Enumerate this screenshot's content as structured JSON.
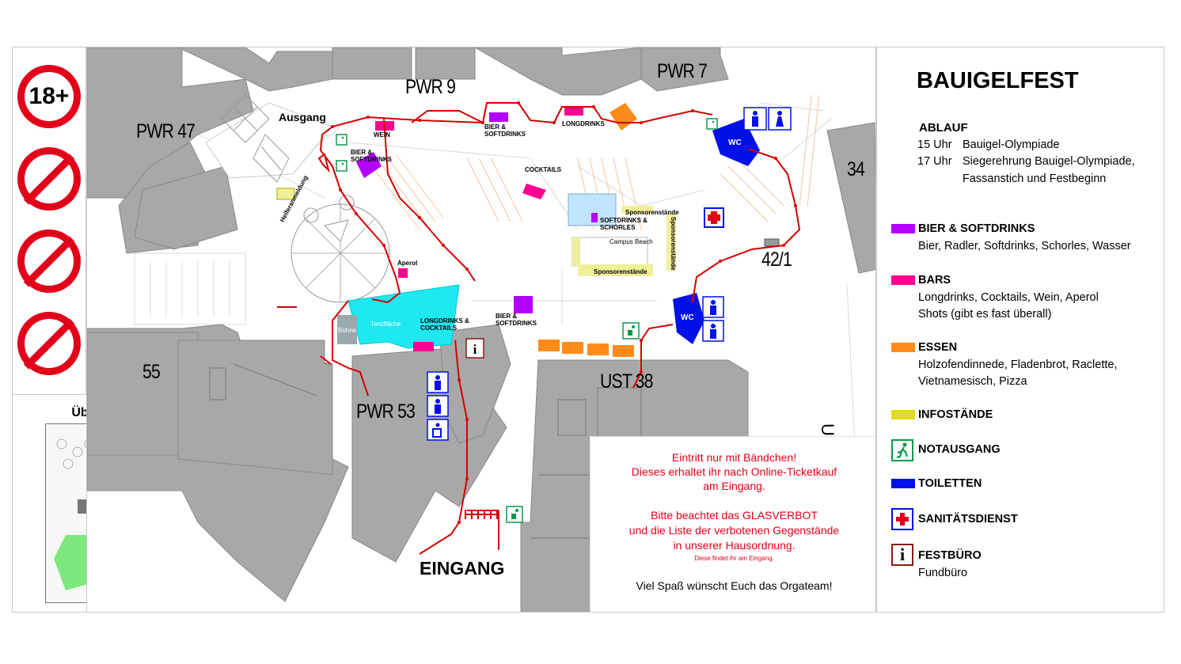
{
  "sign_18": "18+",
  "overview": {
    "title": "Übersicht der Sammelplätze"
  },
  "map": {
    "buildings": {
      "pwr47": "PWR 47",
      "pwr9": "PWR 9",
      "pwr7": "PWR 7",
      "b34": "34",
      "b42_1": "42/1",
      "b55": "55",
      "pwr53": "PWR 53",
      "ust38": "UST 38"
    },
    "labels": {
      "ausgang": "Ausgang",
      "eingang": "EINGANG",
      "wein": "WEIN",
      "bier_softdrinks": "BIER &\nSOFTDRINKS",
      "longdrinks": "LONGDRINKS",
      "cocktails": "COCKTAILS",
      "softdrinks_schorles": "SOFTDRINKS &\nSCHORLES",
      "sponsorenstaende": "Sponsorenstände",
      "campus_beach": "Campus Beach",
      "helferanmeldung": "Helferanmeldung",
      "aperol": "Aperol",
      "longdrinks_cocktails": "LONGDRINKS &\nCOCKTAILS",
      "buehne": "Bühne",
      "tanzflaeche": "Tanzfläche",
      "wc": "WC",
      "street": "Ur"
    },
    "notice": {
      "line1": "Eintritt nur mit Bändchen!",
      "line2": "Dieses erhaltet ihr nach Online-Ticketkauf",
      "line3": "am Eingang.",
      "line4": "Bitte beachtet das GLASVERBOT",
      "line5": "und die Liste der verbotenen Gegenstände",
      "line6": "in unserer Hausordnung.",
      "line7": "Diese findet ihr am Eingang.",
      "line8": "Viel Spaß wünscht Euch das Orgateam!"
    }
  },
  "legend": {
    "title": "BAUIGELFEST",
    "ablauf": "ABLAUF",
    "time1": "15 Uhr",
    "event1": "Bauigel-Olympiade",
    "time2": "17 Uhr",
    "event2": "Siegerehrung Bauigel-Olympiade,",
    "event2b": "Fassanstich und Festbeginn",
    "items": [
      {
        "label": "BIER & SOFTDRINKS",
        "desc": "Bier, Radler, Softdrinks, Schorles, Wasser",
        "color": "#b400ff"
      },
      {
        "label": "BARS",
        "desc": "Longdrinks, Cocktails, Wein, Aperol",
        "desc2": "Shots (gibt es fast überall)",
        "color": "#ff0090"
      },
      {
        "label": "ESSEN",
        "desc": "Holzofendinnede, Fladenbrot, Raclette,",
        "desc2": "Vietnamesisch, Pizza",
        "color": "#ff8c1a"
      },
      {
        "label": "INFOSTÄNDE",
        "color": "#dede1a"
      },
      {
        "label": "NOTAUSGANG",
        "color": "#0a9a4a"
      },
      {
        "label": "TOILETTEN",
        "color": "#0010e8"
      },
      {
        "label": "SANITÄTSDIENST",
        "color": "#e2001a"
      },
      {
        "label": "FESTBÜRO",
        "desc": "Fundbüro",
        "color": "#8b1a1a"
      }
    ]
  }
}
